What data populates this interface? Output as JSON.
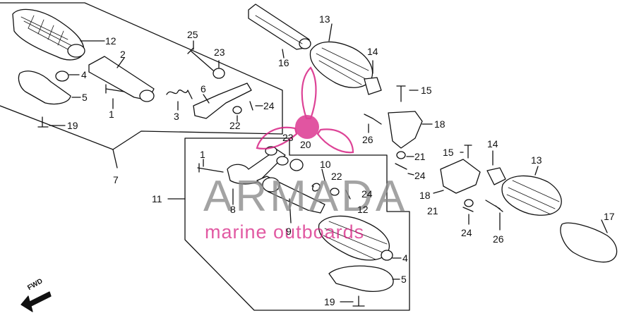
{
  "callouts": {
    "c25": "25",
    "c23a": "23",
    "c12a": "12",
    "c2": "2",
    "c4a": "4",
    "c5a": "5",
    "c1a": "1",
    "c19a": "19",
    "c3": "3",
    "c6": "6",
    "c24a": "24",
    "c22a": "22",
    "c16": "16",
    "c13a": "13",
    "c14a": "14",
    "c15a": "15",
    "c18a": "18",
    "c26a": "26",
    "c7": "7",
    "c23b": "23",
    "c20": "20",
    "c21a": "21",
    "c24b": "24",
    "c1b": "1",
    "c10": "10",
    "c22b": "22",
    "c24c": "24",
    "c11": "11",
    "c8": "8",
    "c9": "9",
    "c12b": "12",
    "c4b": "4",
    "c5b": "5",
    "c19b": "19",
    "c15b": "15",
    "c14b": "14",
    "c13b": "13",
    "c18b": "18",
    "c21b": "21",
    "c24d": "24",
    "c26b": "26",
    "c17": "17"
  },
  "watermark": {
    "title": "ARMADA",
    "subtitle": "marine outboards",
    "accent_color": "#d61a7f",
    "gray_color": "#8a8a8a"
  },
  "fwd_label": "FWD",
  "icons": {
    "logo": "propeller-logo-icon",
    "direction": "fwd-arrow-icon"
  }
}
